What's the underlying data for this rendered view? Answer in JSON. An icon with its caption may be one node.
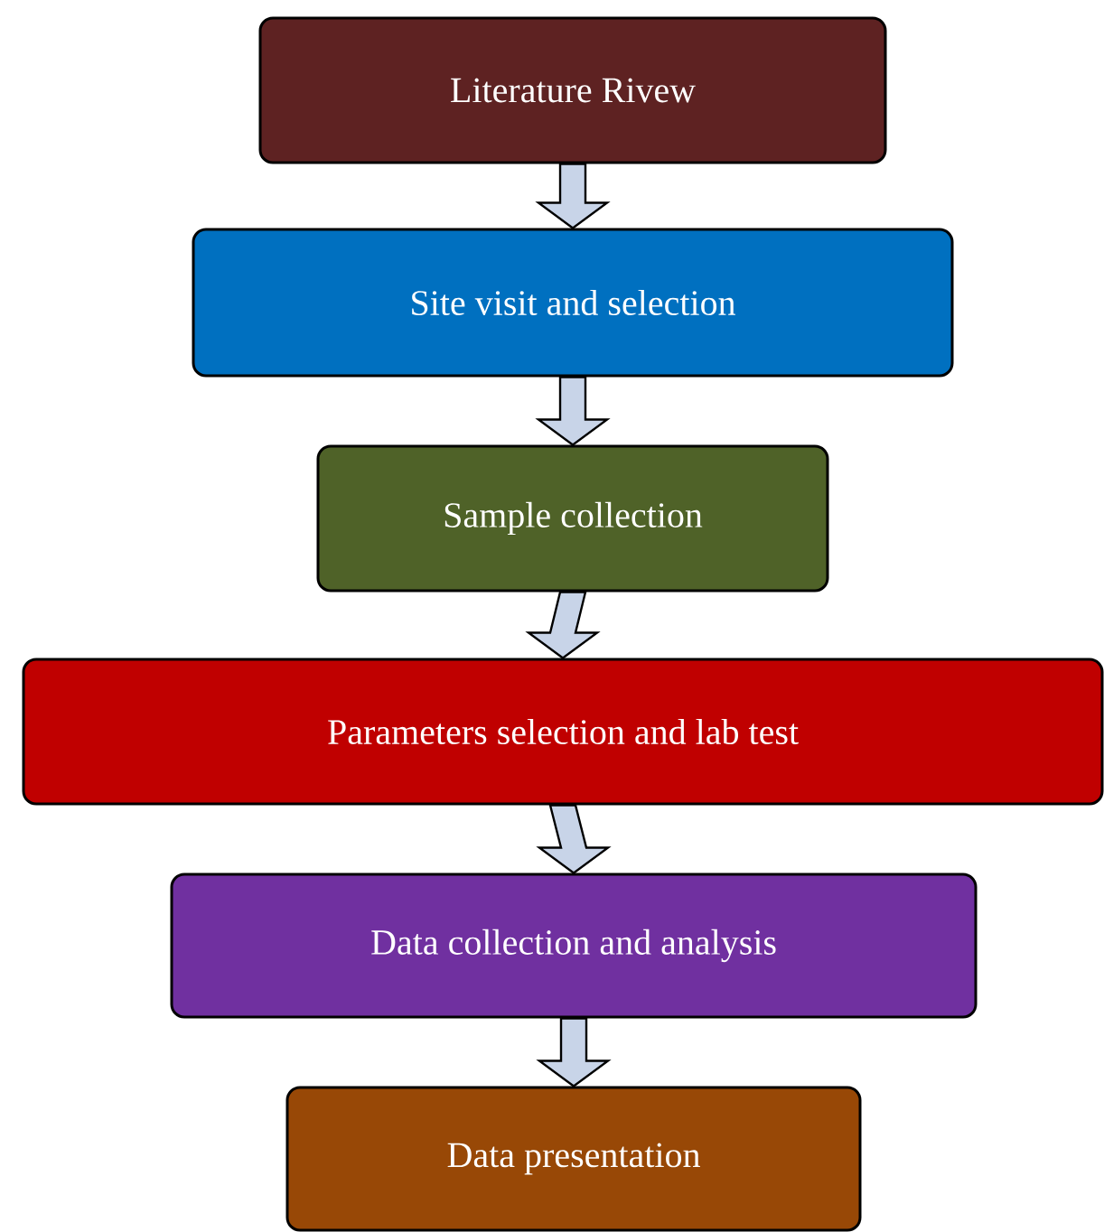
{
  "diagram": {
    "nodes": [
      {
        "text": [
          "Literature Rivew"
        ]
      },
      {
        "text": [
          "Site visit and selection"
        ]
      },
      {
        "text": [
          "Sample collection"
        ]
      },
      {
        "text": [
          "Parameters selection and lab test"
        ]
      },
      {
        "text": [
          "Data collection and analysis"
        ]
      },
      {
        "text": [
          "Data presentation"
        ]
      }
    ],
    "edges": [
      {
        "from": 0,
        "to": 1,
        "arrow": "to"
      },
      {
        "from": 1,
        "to": 2,
        "arrow": "to"
      },
      {
        "from": 2,
        "to": 3,
        "arrow": "to"
      },
      {
        "from": 3,
        "to": 4,
        "arrow": "to"
      },
      {
        "from": 4,
        "to": 5,
        "arrow": "to"
      }
    ]
  }
}
